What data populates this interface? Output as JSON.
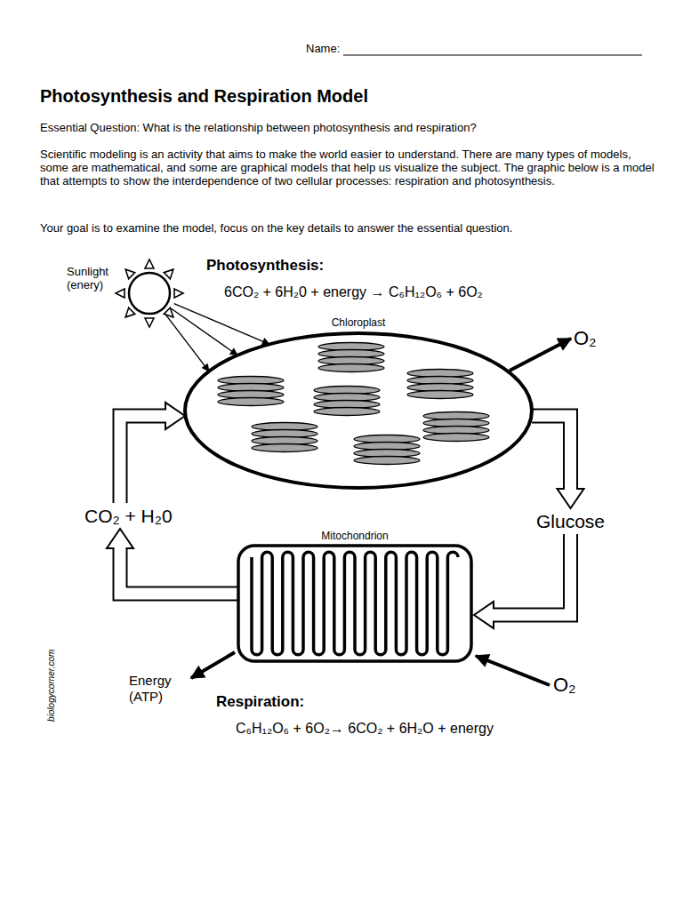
{
  "diagram": {
    "title": "Photosynthesis and Respiration Model",
    "nodes": [
      {
        "text": [
          "Sunlight (enery)"
        ]
      },
      {
        "text": [
          "Chloroplast"
        ]
      },
      {
        "text": [
          "O₂"
        ]
      },
      {
        "text": [
          "CO₂ + H₂0"
        ]
      },
      {
        "text": [
          "Glucose"
        ]
      },
      {
        "text": [
          "Mitochondrion"
        ]
      },
      {
        "text": [
          "Energy (ATP)"
        ]
      },
      {
        "text": [
          "O₂"
        ]
      }
    ],
    "edges": [
      {
        "from": 0,
        "to": 1,
        "arrow": "to"
      },
      {
        "from": 0,
        "to": 1,
        "arrow": "to"
      },
      {
        "from": 0,
        "to": 1,
        "arrow": "to"
      },
      {
        "from": 1,
        "to": 2,
        "arrow": "to"
      },
      {
        "from": 1,
        "to": 4,
        "arrow": "to"
      },
      {
        "from": 4,
        "to": 5,
        "arrow": "to"
      },
      {
        "from": 7,
        "to": 5,
        "arrow": "to"
      },
      {
        "from": 5,
        "to": 6,
        "arrow": "to"
      },
      {
        "from": 5,
        "to": 3,
        "arrow": "to"
      },
      {
        "from": 3,
        "to": 1,
        "arrow": "to"
      }
    ],
    "labels": [
      "Name:",
      "Essential Question: What is the relationship between photosynthesis and respiration?",
      "Scientific modeling is an activity that aims to make the world easier to understand. There are many types of models, some are mathematical, and some are graphical models that help us visualize the subject. The graphic below is a model that attempts to show the interdependence of two cellular processes: respiration and photosynthesis.",
      "Your goal is to examine the model, focus on the key details to answer the essential question.",
      "Photosynthesis:",
      "6CO₂ + 6H₂0 + energy → C₆H₁₂O₆ + 6O₂",
      "Respiration:",
      "C₆H₁₂O₆ + 6O₂→ 6CO₂ + 6H₂O + energy",
      "biologycorner.com"
    ]
  }
}
